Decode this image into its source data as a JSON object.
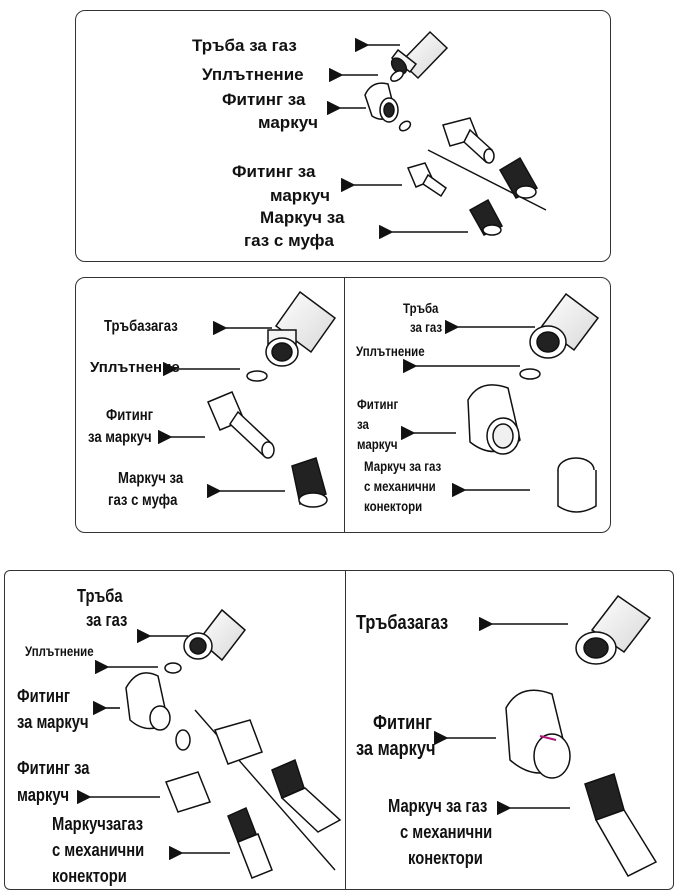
{
  "top": {
    "pipe": "Тръба за газ",
    "seal": "Уплътнение",
    "fitting1_line1": "Фитинг за",
    "fitting1_line2": "маркуч",
    "fitting2_line1": "Фитинг за",
    "fitting2_line2": "маркуч",
    "hose_line1": "Маркуч за",
    "hose_line2": "газ с муфа"
  },
  "middle_left": {
    "pipe": "Тръбазагаз",
    "seal": "Уплътнение",
    "fitting_line1": "Фитинг",
    "fitting_line2": "за маркуч",
    "hose_line1": "Маркуч за",
    "hose_line2": "газ с муфа"
  },
  "middle_right": {
    "pipe_line1": "Тръба",
    "pipe_line2": "за газ",
    "seal": "Уплътнение",
    "fitting_line1": "Фитинг",
    "fitting_line2": "за",
    "fitting_line3": "маркуч",
    "hose_line1": "Маркуч за газ",
    "hose_line2": "с механични",
    "hose_line3": "конектори"
  },
  "bottom_left": {
    "pipe_line1": "Тръба",
    "pipe_line2": "за газ",
    "seal": "Уплътнение",
    "fitting1_line1": "Фитинг",
    "fitting1_line2": "за маркуч",
    "fitting2_line1": "Фитинг за",
    "fitting2_line2": "маркуч",
    "hose_line1": "Маркучзагаз",
    "hose_line2": "с механични",
    "hose_line3": "конектори"
  },
  "bottom_right": {
    "pipe": "Тръбазагаз",
    "fitting_line1": "Фитинг",
    "fitting_line2": "за маркуч",
    "hose_line1": "Маркуч за газ",
    "hose_line2": "с механични",
    "hose_line3": "конектори"
  }
}
